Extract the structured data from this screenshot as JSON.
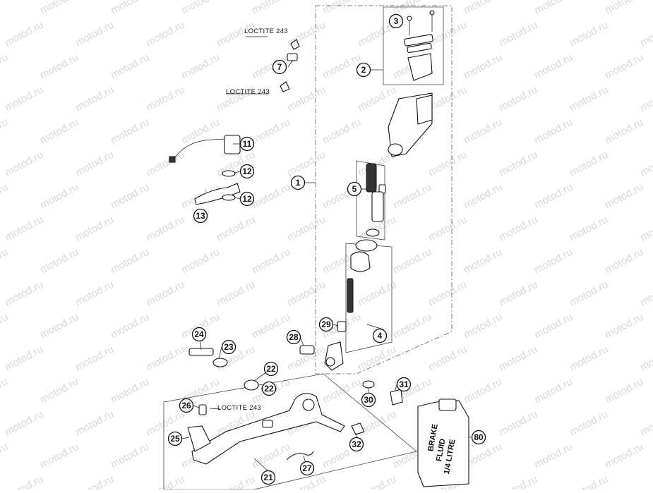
{
  "watermark": "motod.ru",
  "loctite_labels": [
    "LOCTITE 243",
    "LOCTITE 243",
    "LOCTITE 243"
  ],
  "brake_fluid_can": [
    "BRAKE",
    "FLUID",
    "1/4 LITRE"
  ],
  "callouts": [
    "1",
    "2",
    "3",
    "4",
    "5",
    "7",
    "11",
    "12",
    "12",
    "13",
    "21",
    "22",
    "22",
    "23",
    "24",
    "25",
    "26",
    "27",
    "28",
    "29",
    "30",
    "31",
    "32",
    "80"
  ]
}
